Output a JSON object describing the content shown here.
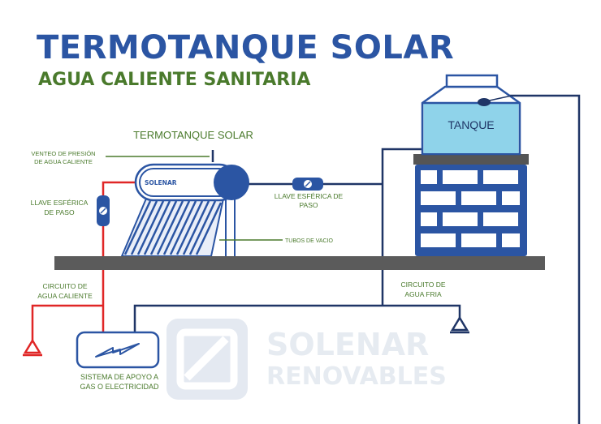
{
  "header": {
    "title": "TERMOTANQUE SOLAR",
    "subtitle": "AGUA CALIENTE SANITARIA"
  },
  "labels": {
    "termotanque": "TERMOTANQUE SOLAR",
    "venteo_line1": "VENTEO DE PRESIÓN",
    "venteo_line2": "DE AGUA CALIENTE",
    "collector_brand": "SOLENAR",
    "llave_left_line1": "LLAVE ESFÉRICA",
    "llave_left_line2": "DE PASO",
    "llave_right_line1": "LLAVE ESFÉRICA DE",
    "llave_right_line2": "PASO",
    "tubos": "TUBOS DE VACIO",
    "tanque": "TANQUE",
    "circuito_caliente_line1": "CIRCUITO DE",
    "circuito_caliente_line2": "AGUA CALIENTE",
    "circuito_fria_line1": "CIRCUITO DE",
    "circuito_fria_line2": "AGUA FRIA",
    "sistema_line1": "SISTEMA DE APOYO A",
    "sistema_line2": "GAS O ELECTRICIDAD"
  },
  "watermark": {
    "line1": "SOLENAR",
    "line2": "RENOVABLES"
  },
  "colors": {
    "title_blue": "#2b55a3",
    "label_green": "#4a7a2c",
    "pipe_dark": "#1f3566",
    "hot_pipe": "#e02626",
    "tank_water": "#8fd3ea",
    "ground": "#5b5b5b",
    "watermark": "#dde3ec"
  },
  "icons": [
    "valve-icon",
    "lightning-icon",
    "tap-outlet-icon"
  ]
}
